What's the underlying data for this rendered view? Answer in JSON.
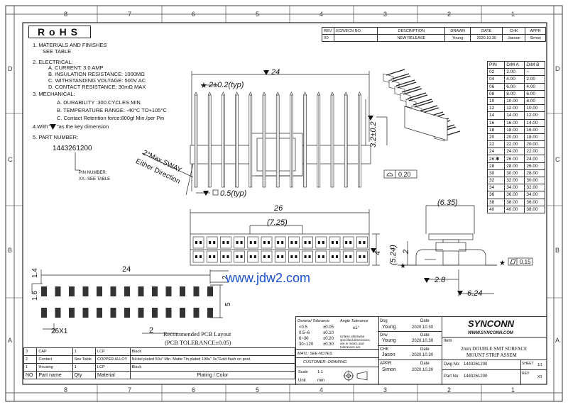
{
  "zones": {
    "top": [
      "8",
      "7",
      "6",
      "5",
      "4",
      "3",
      "2",
      "1"
    ],
    "side": [
      "D",
      "C",
      "B",
      "A"
    ]
  },
  "rohs": "RoHS",
  "notes": {
    "n1a": "1.   MATERIALS AND FINISHES",
    "n1b": "SEE TABLE",
    "n2": "2.   ELECTRICAL:",
    "n2a": "A. CURRENT: 3.0 AMP",
    "n2b": "B. INSULATION RESISTANCE: 1000MΩ",
    "n2c": "C. WITHSTANDING VOLTAGE: 500V AC",
    "n2d": "D. CONTACT RESISTANCE: 30mΩ MAX",
    "n3": "3.   MECHANICAL:",
    "n3a": "A. DURABILITY :300 CYCLES MIN",
    "n3b": "B. TEMPERATURE RANGE: -40°C TO+105°C",
    "n3c": "C. Contact Retention force:800gf Min./per Pin",
    "n4a": "4.With\"",
    "n4b": "\"as the key dimension",
    "n5": "5.   PART NUMBER:",
    "partno": "1443261200",
    "pinnum1": "PIN NUMBER:",
    "pinnum2": "XX--SEE TABLE"
  },
  "rev_table": {
    "headers": [
      "REV.",
      "ECR/ECN NO.",
      "DESCRIPTION",
      "DRAWN",
      "DATE",
      "CHK",
      "APPR"
    ],
    "row": [
      "X0",
      "",
      "NEW RELEASE",
      "Young",
      "2020.10.30",
      "Jaeson",
      "Simon"
    ]
  },
  "pin_table": {
    "headers": [
      "PIN",
      "DIM A",
      "DIM B"
    ],
    "rows": [
      [
        "02",
        "2.00",
        "~"
      ],
      [
        "04",
        "4.00",
        "2.00"
      ],
      [
        "06",
        "6.00",
        "4.00"
      ],
      [
        "08",
        "8.00",
        "6.00"
      ],
      [
        "10",
        "10.00",
        "8.00"
      ],
      [
        "12",
        "12.00",
        "10.00"
      ],
      [
        "14",
        "14.00",
        "12.00"
      ],
      [
        "16",
        "16.00",
        "14.00"
      ],
      [
        "18",
        "18.00",
        "16.00"
      ],
      [
        "20",
        "20.00",
        "18.00"
      ],
      [
        "22",
        "22.00",
        "20.00"
      ],
      [
        "24",
        "24.00",
        "22.00"
      ],
      [
        "26 ✱",
        "26.00",
        "24.00"
      ],
      [
        "28",
        "28.00",
        "26.00"
      ],
      [
        "30",
        "30.00",
        "28.00"
      ],
      [
        "32",
        "32.00",
        "30.00"
      ],
      [
        "34",
        "34.00",
        "32.00"
      ],
      [
        "36",
        "36.00",
        "34.00"
      ],
      [
        "38",
        "38.00",
        "36.00"
      ],
      [
        "40",
        "40.00",
        "38.00"
      ]
    ]
  },
  "dims": {
    "d24": "24",
    "d2typ": "2±0.2(typ)",
    "d32": "3.2±0.2",
    "d020": "0.20",
    "d05typ": "0.5(typ)",
    "sway1": "2°Max.SWAY",
    "sway2": "Either Direction",
    "d26": "26",
    "d725": "(7.25)",
    "d4": "4",
    "d635": "(6.35)",
    "d524": "(5.24)",
    "d2b": "2",
    "d28": "2.8",
    "d624": "6.24",
    "d015": "0.15",
    "p14": "1.4",
    "p24": "24",
    "p16": "1.6",
    "p2": "2",
    "p5": "5",
    "p26x1": "26X1",
    "p2b": "2",
    "pcb1": "Recommended PCB Layout",
    "pcb2": "(PCB TOLERANCE±0.05)"
  },
  "watermark": "www.jdw2.com",
  "bom": {
    "rows": [
      [
        "3",
        "CAP",
        "1",
        "LCP",
        "Black"
      ],
      [
        "2",
        "Contact",
        "See Table",
        "COPPER ALLOY",
        "Nickel plated 50u\" Min. Matte Tin plated 100u\" 3u\"Gold flash on post."
      ],
      [
        "1",
        "Housing",
        "1",
        "LCP",
        "Black"
      ]
    ],
    "headers": [
      "NO",
      "Part name",
      "Qty",
      "Material",
      "Plating / Color"
    ]
  },
  "tolerance": {
    "h1": "General Tolerance",
    "h2": "Angle Tolerance",
    "rows": [
      [
        "<0.5",
        "±0.05"
      ],
      [
        "0.5~6",
        "±0.10"
      ],
      [
        "6~30",
        "±0.20"
      ],
      [
        "30~120",
        "±0.30"
      ]
    ],
    "angle": "±1°",
    "note1": "Unless otherwise",
    "note2": "specified,dimensions",
    "note3": "are in metric and",
    "note4": "tolerances are",
    "matl": "MATL: SEE-NOTES",
    "finish": "CUSTOMER--DRAWING",
    "scale_l": "Scale",
    "scale_v": "1:1",
    "unit_l": "Unit",
    "unit_v": "mm"
  },
  "signoff": {
    "dsg": "Dsg",
    "dsg_n": "Young",
    "date_l": "Date",
    "dsg_d": "2020.10.30",
    "drw": "Drw",
    "drw_n": "Young",
    "drw_d": "2020.10.30",
    "chk": "CHK",
    "chk_n": "Jason",
    "chk_d": "2020.10.30",
    "appr": "APPR",
    "appr_n": "Simon",
    "appr_d": "2020.10.30"
  },
  "title_block": {
    "brand": "SYNCONN",
    "site": "WWW.SYNCONN.COM",
    "item": "Item",
    "desc1": "2mm DOUBLE SMT SURFACE",
    "desc2": "MOUNT STRIP ASSEM",
    "dwg_l": "Dwg No:",
    "dwg_v": "1443261200",
    "part_l": "Part No:",
    "part_v": "1443261200",
    "sheet_l": "SHEET",
    "sheet_v": "1/1",
    "rev_l": "REV",
    "rev_v": "X0"
  }
}
